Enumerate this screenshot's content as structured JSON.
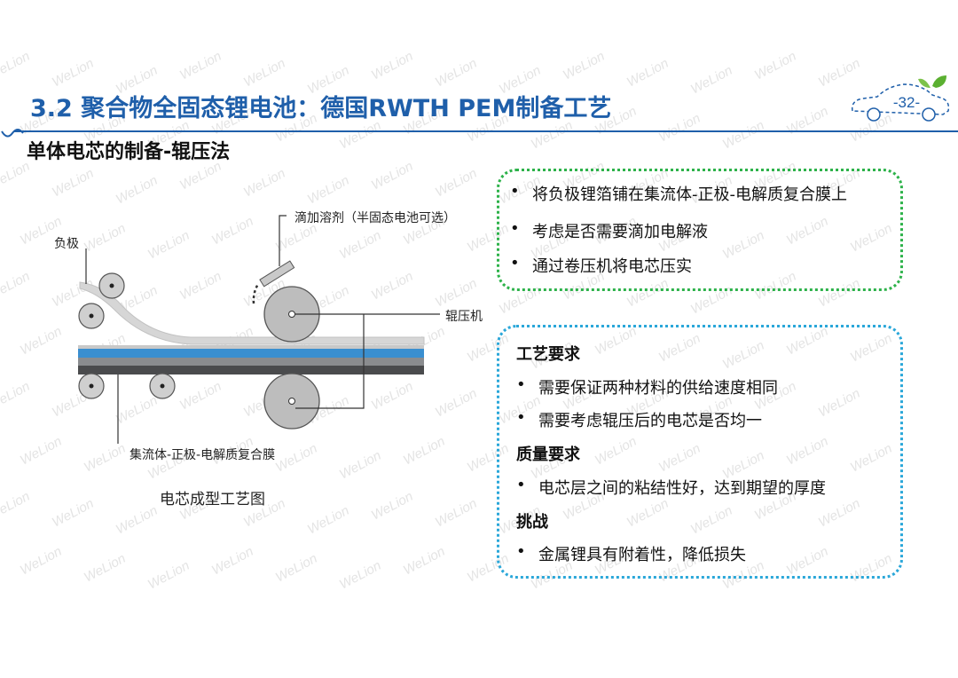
{
  "header": {
    "title": "3.2 聚合物全固态锂电池：德国RWTH PEM制备工艺",
    "page_number": "-32-"
  },
  "subtitle": "单体电芯的制备-辊压法",
  "diagram": {
    "label_anode": "负极",
    "label_dropper": "滴加溶剂（半固态电池可选）",
    "label_roller": "辊压机",
    "label_collector": "集流体-正极-电解质复合膜",
    "caption": "电芯成型工艺图"
  },
  "steps_box": {
    "items": [
      "将负极锂箔铺在集流体-正极-电解质复合膜上",
      "考虑是否需要滴加电解液",
      "通过卷压机将电芯压实"
    ]
  },
  "requirements_box": {
    "process_heading": "工艺要求",
    "process_items": [
      "需要保证两种材料的供给速度相同",
      "需要考虑辊压后的电芯是否均一"
    ],
    "quality_heading": "质量要求",
    "quality_items": [
      "电芯层之间的粘结性好，达到期望的厚度"
    ],
    "challenge_heading": "挑战",
    "challenge_items": [
      "金属锂具有附着性，降低损失"
    ]
  },
  "watermark_text": "WeLion",
  "colors": {
    "title_blue": "#1f5faa",
    "green_border": "#2db24a",
    "blue_border": "#2aa7d9",
    "layer_blue": "#3a8fd0",
    "layer_gray": "#8a8c8f",
    "roller_gray": "#b9b9b9"
  }
}
